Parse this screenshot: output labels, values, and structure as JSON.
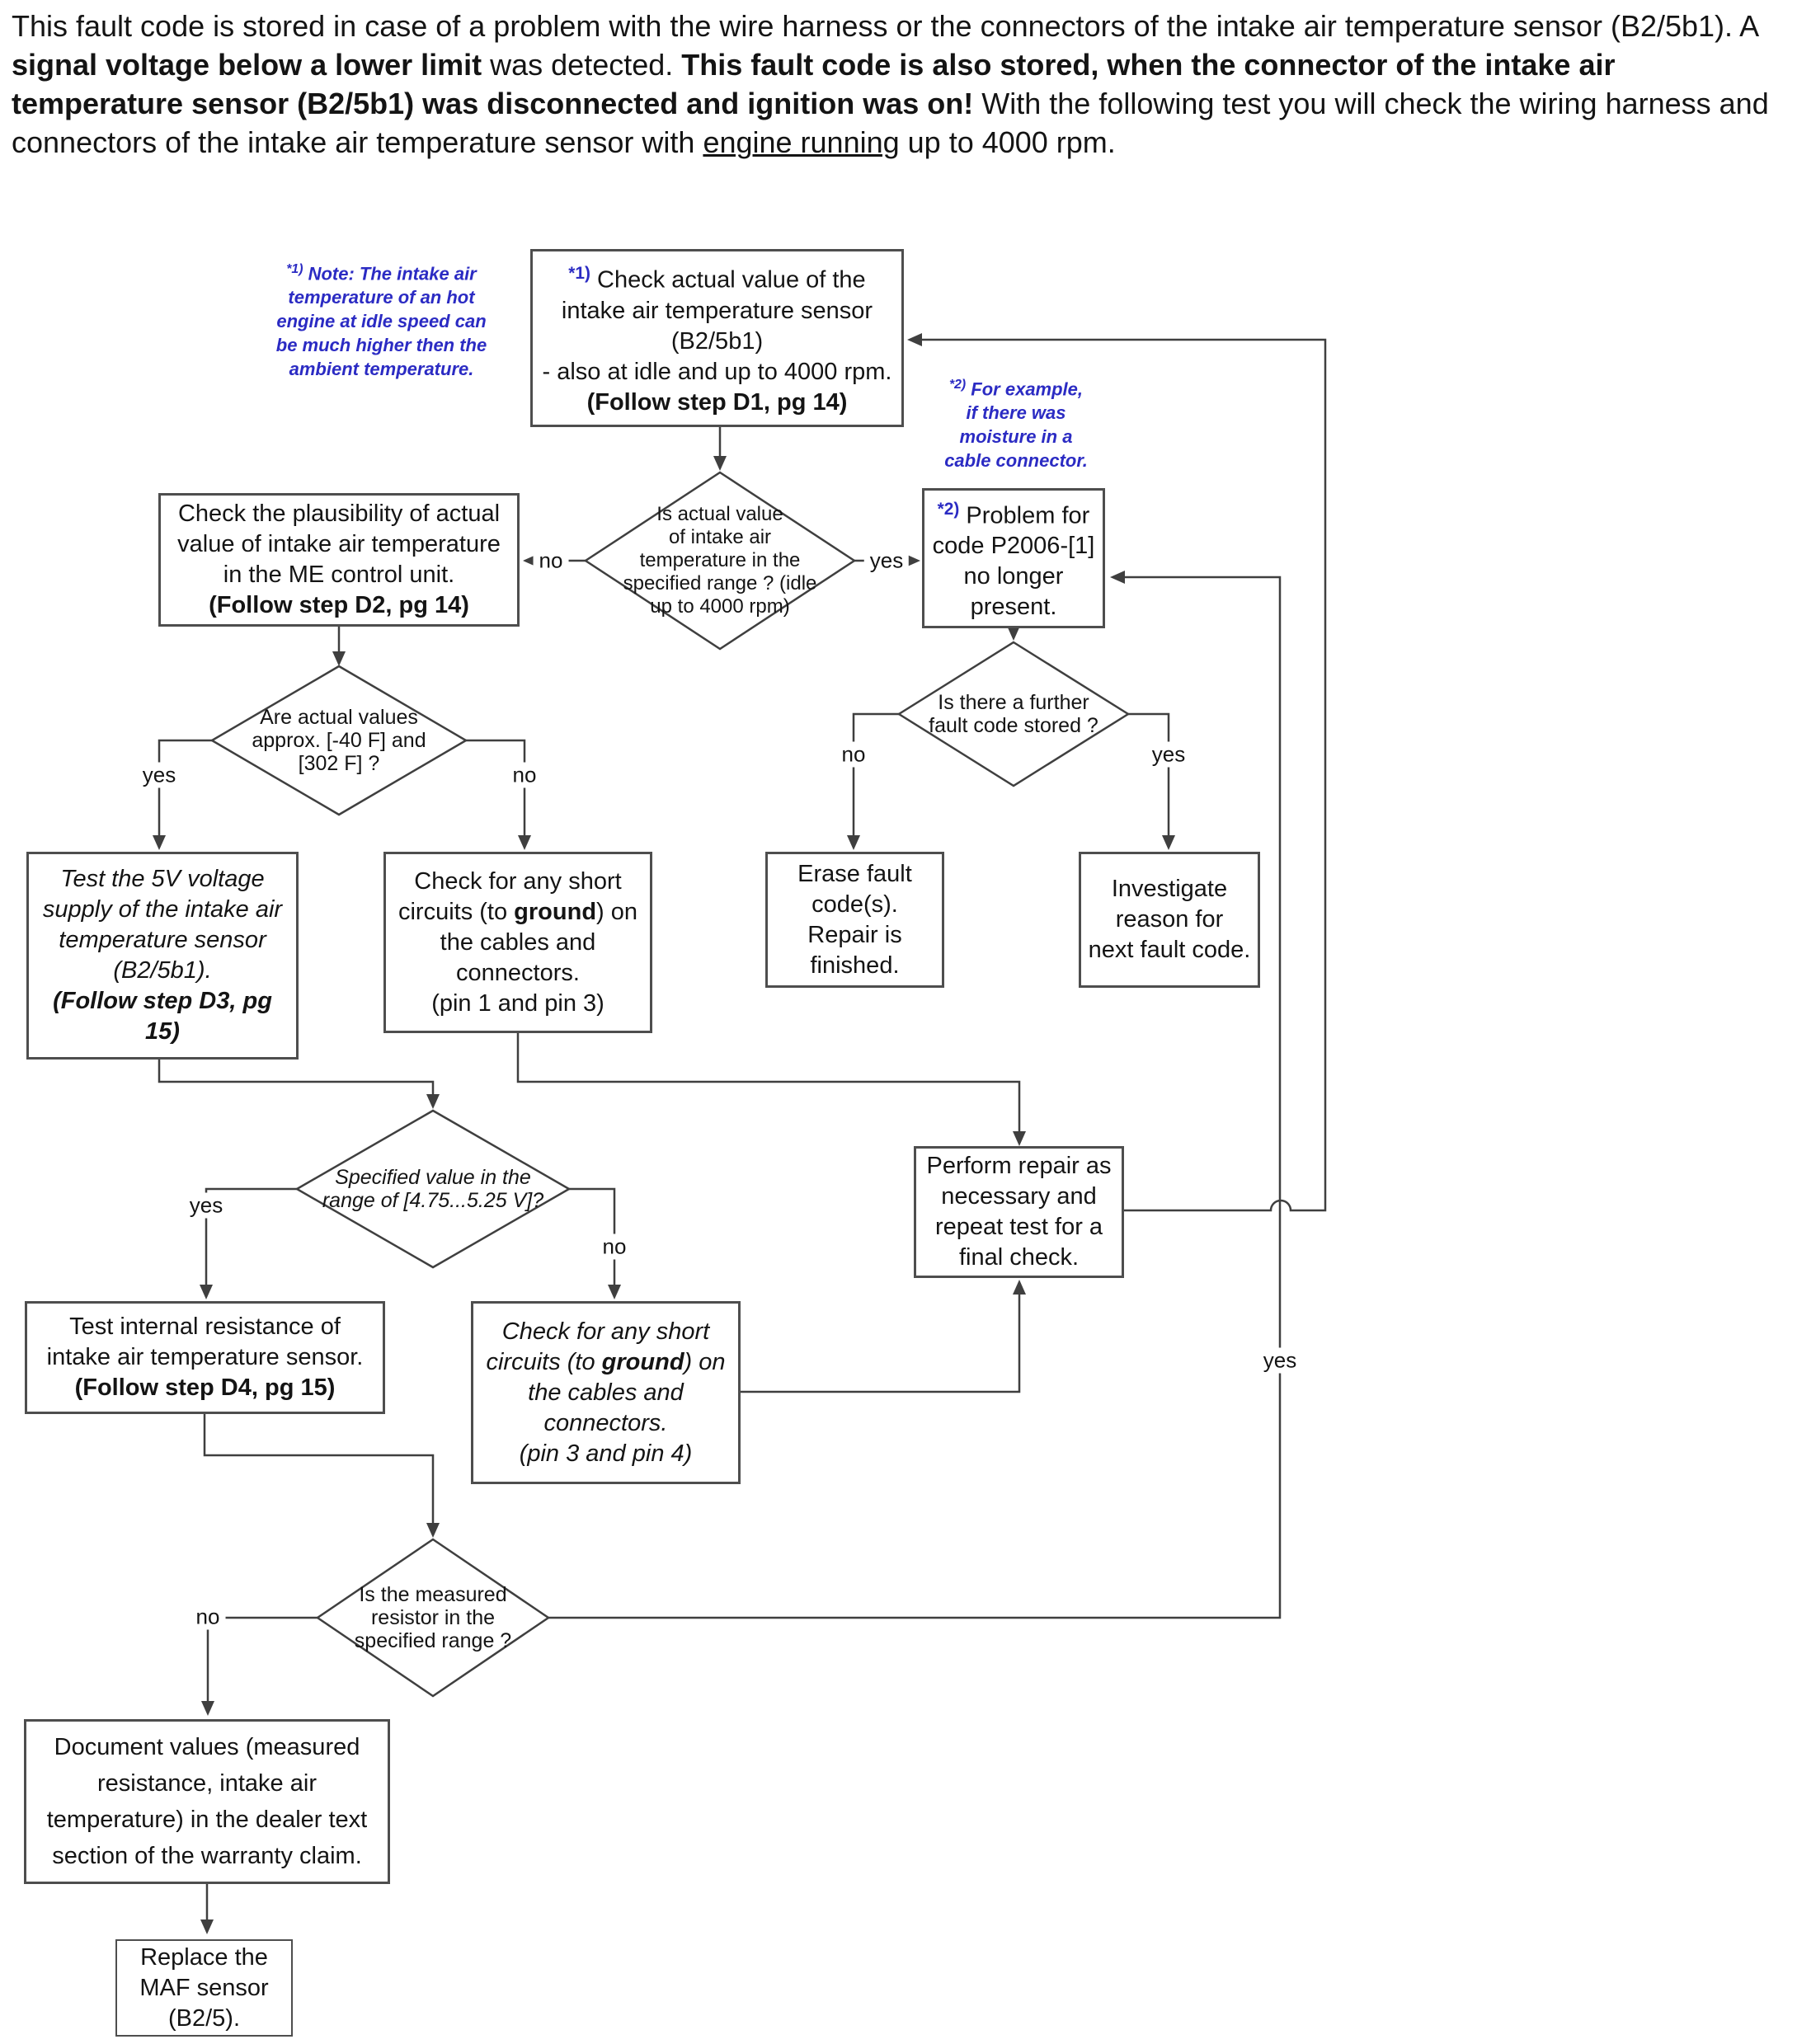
{
  "paragraph": {
    "s1": "This fault code is stored in case of a problem with the wire harness or the connectors of the intake air temperature sensor (B2/5b1). A ",
    "s2": "signal voltage below a lower limit",
    "s3": " was detected. ",
    "s4": "This fault code is also stored, when the connector of the intake air temperature sensor (B2/5b1) was disconnected and ignition was on!",
    "s5": "  With the following test you will check the wiring harness and connectors of the intake air temperature sensor with ",
    "s6": "engine running",
    "s7": " up to 4000 rpm."
  },
  "notes": {
    "n1": {
      "sup": "*1)",
      "lines": [
        " Note: The intake air",
        "temperature of an hot",
        "engine at idle speed can",
        "be much higher then the",
        "ambient temperature."
      ]
    },
    "n2": {
      "sup": "*2)",
      "lines": [
        " For example,",
        "if there was",
        "moisture in a",
        "cable connector."
      ]
    }
  },
  "nodes": {
    "check_actual": {
      "sup": "*1)",
      "lines": [
        " Check actual value of the",
        "intake air temperature sensor",
        "(B2/5b1)",
        "- also at idle and up to 4000 rpm.",
        "(Follow step D1, pg 14)"
      ]
    },
    "plausibility": {
      "lines": [
        "Check the plausibility of actual",
        "value of intake air temperature",
        "in the ME control unit.",
        "(Follow step D2, pg 14)"
      ]
    },
    "problem_gone": {
      "sup": "*2)",
      "lines": [
        " Problem for",
        "code P2006-[1]",
        "no longer",
        "present."
      ]
    },
    "test_5v": {
      "lines": [
        "Test the 5V voltage",
        "supply of the intake air",
        "temperature sensor",
        "(B2/5b1).",
        "(Follow step D3, pg",
        "15)"
      ]
    },
    "short13": {
      "l0": "Check for any short",
      "l1a": "circuits (to ",
      "l1b": "ground",
      "l1c": ") on",
      "l2": "the cables and",
      "l3": "connectors.",
      "l4": "(pin 1 and pin 3)"
    },
    "erase": {
      "lines": [
        "Erase fault",
        "code(s).",
        "Repair is",
        "finished."
      ]
    },
    "investigate": {
      "lines": [
        "Investigate",
        "reason for",
        "next fault code."
      ]
    },
    "perform": {
      "lines": [
        "Perform repair as",
        "necessary and",
        "repeat test  for a",
        "final check."
      ]
    },
    "internal": {
      "lines": [
        "Test internal resistance of",
        "intake air temperature sensor.",
        "(Follow step D4, pg 15)"
      ]
    },
    "short34": {
      "l0": "Check for any short",
      "l1a": "circuits (to ",
      "l1b": "ground",
      "l1c": ") on",
      "l2": "the cables and",
      "l3": "connectors.",
      "l4": "(pin 3 and pin 4)"
    },
    "document": {
      "lines": [
        "Document values (measured",
        "resistance, intake air",
        "temperature) in the dealer text",
        "section of the warranty claim."
      ]
    },
    "replace": {
      "lines": [
        "Replace the",
        "MAF sensor",
        "(B2/5)."
      ]
    }
  },
  "decisions": {
    "d1": {
      "lines": [
        "Is actual value",
        "of intake air",
        "temperature in the",
        "specified range ? (idle",
        "up to 4000 rpm)"
      ]
    },
    "d2": {
      "lines": [
        "Are actual values",
        "approx. [-40 F] and",
        "[302 F] ?"
      ]
    },
    "d3": {
      "lines": [
        "Is there a further",
        "fault code stored ?"
      ]
    },
    "d4": {
      "l0": "Specified value in the",
      "l1a": "range of ",
      "l1b": "[4.75",
      "l1c": "...5.25 V]?"
    },
    "d5": {
      "lines": [
        "Is the measured",
        "resistor in the",
        "specified range ?"
      ]
    }
  },
  "labels": {
    "yes": "yes",
    "no": "no"
  },
  "colors": {
    "note_blue": "#2b2bc3",
    "text": "#141414",
    "line": "#3f3f3f",
    "border": "#4e4e4e",
    "background": "#ffffff"
  }
}
